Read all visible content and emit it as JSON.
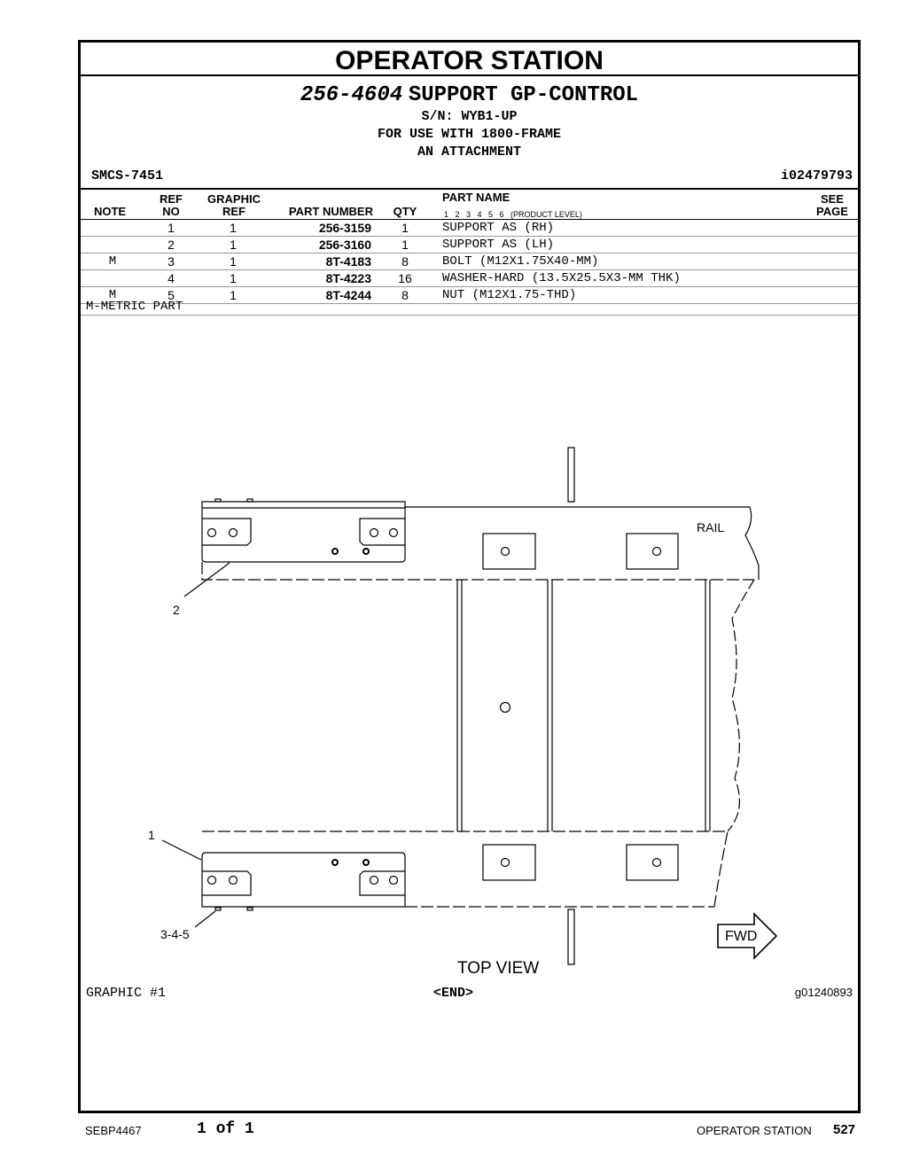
{
  "section_title": "OPERATOR STATION",
  "header": {
    "group_number": "256-4604",
    "group_name": "SUPPORT GP-CONTROL",
    "serial": "S/N: WYB1-UP",
    "use_with": "FOR USE WITH 1800-FRAME",
    "attachment": "AN ATTACHMENT",
    "smcs": "SMCS-7451",
    "info_id": "i02479793"
  },
  "columns": {
    "note": "NOTE",
    "ref_top": "REF",
    "ref_bottom": "NO",
    "graphic_top": "GRAPHIC",
    "graphic_bottom": "REF",
    "part_number": "PART NUMBER",
    "qty": "QTY",
    "part_name": "PART NAME",
    "levels": "1   2   3   4   5   6   (PRODUCT LEVEL)",
    "see_top": "SEE",
    "see_bottom": "PAGE"
  },
  "parts": [
    {
      "note": "",
      "ref": "1",
      "graphic": "1",
      "part_number": "256-3159",
      "qty": "1",
      "name": "SUPPORT AS (RH)"
    },
    {
      "note": "",
      "ref": "2",
      "graphic": "1",
      "part_number": "256-3160",
      "qty": "1",
      "name": "SUPPORT AS (LH)"
    },
    {
      "note": "M",
      "ref": "3",
      "graphic": "1",
      "part_number": "8T-4183",
      "qty": "8",
      "name": "BOLT (M12X1.75X40-MM)"
    },
    {
      "note": "",
      "ref": "4",
      "graphic": "1",
      "part_number": "8T-4223",
      "qty": "16",
      "name": "WASHER-HARD (13.5X25.5X3-MM THK)"
    },
    {
      "note": "M",
      "ref": "5",
      "graphic": "1",
      "part_number": "8T-4244",
      "qty": "8",
      "name": "NUT (M12X1.75-THD)"
    }
  ],
  "footnote": "M-METRIC PART",
  "drawing": {
    "callout_2": "2",
    "callout_1": "1",
    "callout_345": "3-4-5",
    "rail_label": "RAIL",
    "fwd_label": "FWD",
    "view_label": "TOP VIEW"
  },
  "graphic_footer": {
    "graphic_label": "GRAPHIC #1",
    "end_label": "<END>",
    "graphic_id": "g01240893"
  },
  "page_footer": {
    "doc_number": "SEBP4467",
    "page_of": "1 of 1",
    "section": "OPERATOR STATION",
    "page_number": "527"
  }
}
